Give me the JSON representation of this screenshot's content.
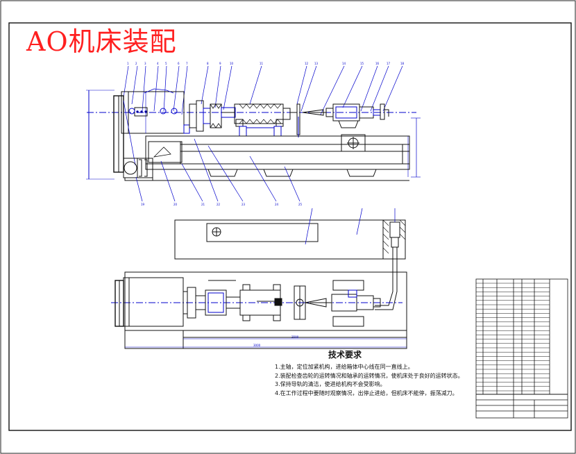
{
  "drawing": {
    "title": "AO机床装配",
    "title_color": "#ff2020",
    "line_color": "#0000cc",
    "frame_color": "#111111"
  },
  "requirements": {
    "heading": "技术要求",
    "lines": [
      "1.主轴，定位加紧机构，进给箱体中心线在同一直线上。",
      "2.装配检查齿轮的运转情况和轴承的运转情况，使机床处于良好的运转状态。",
      "3.保持导轨的清洁，使进给机构不会受影响。",
      "4.在工作过程中要随时观察情况，出停止进给，但机床不能停，振荡减刀。"
    ]
  }
}
